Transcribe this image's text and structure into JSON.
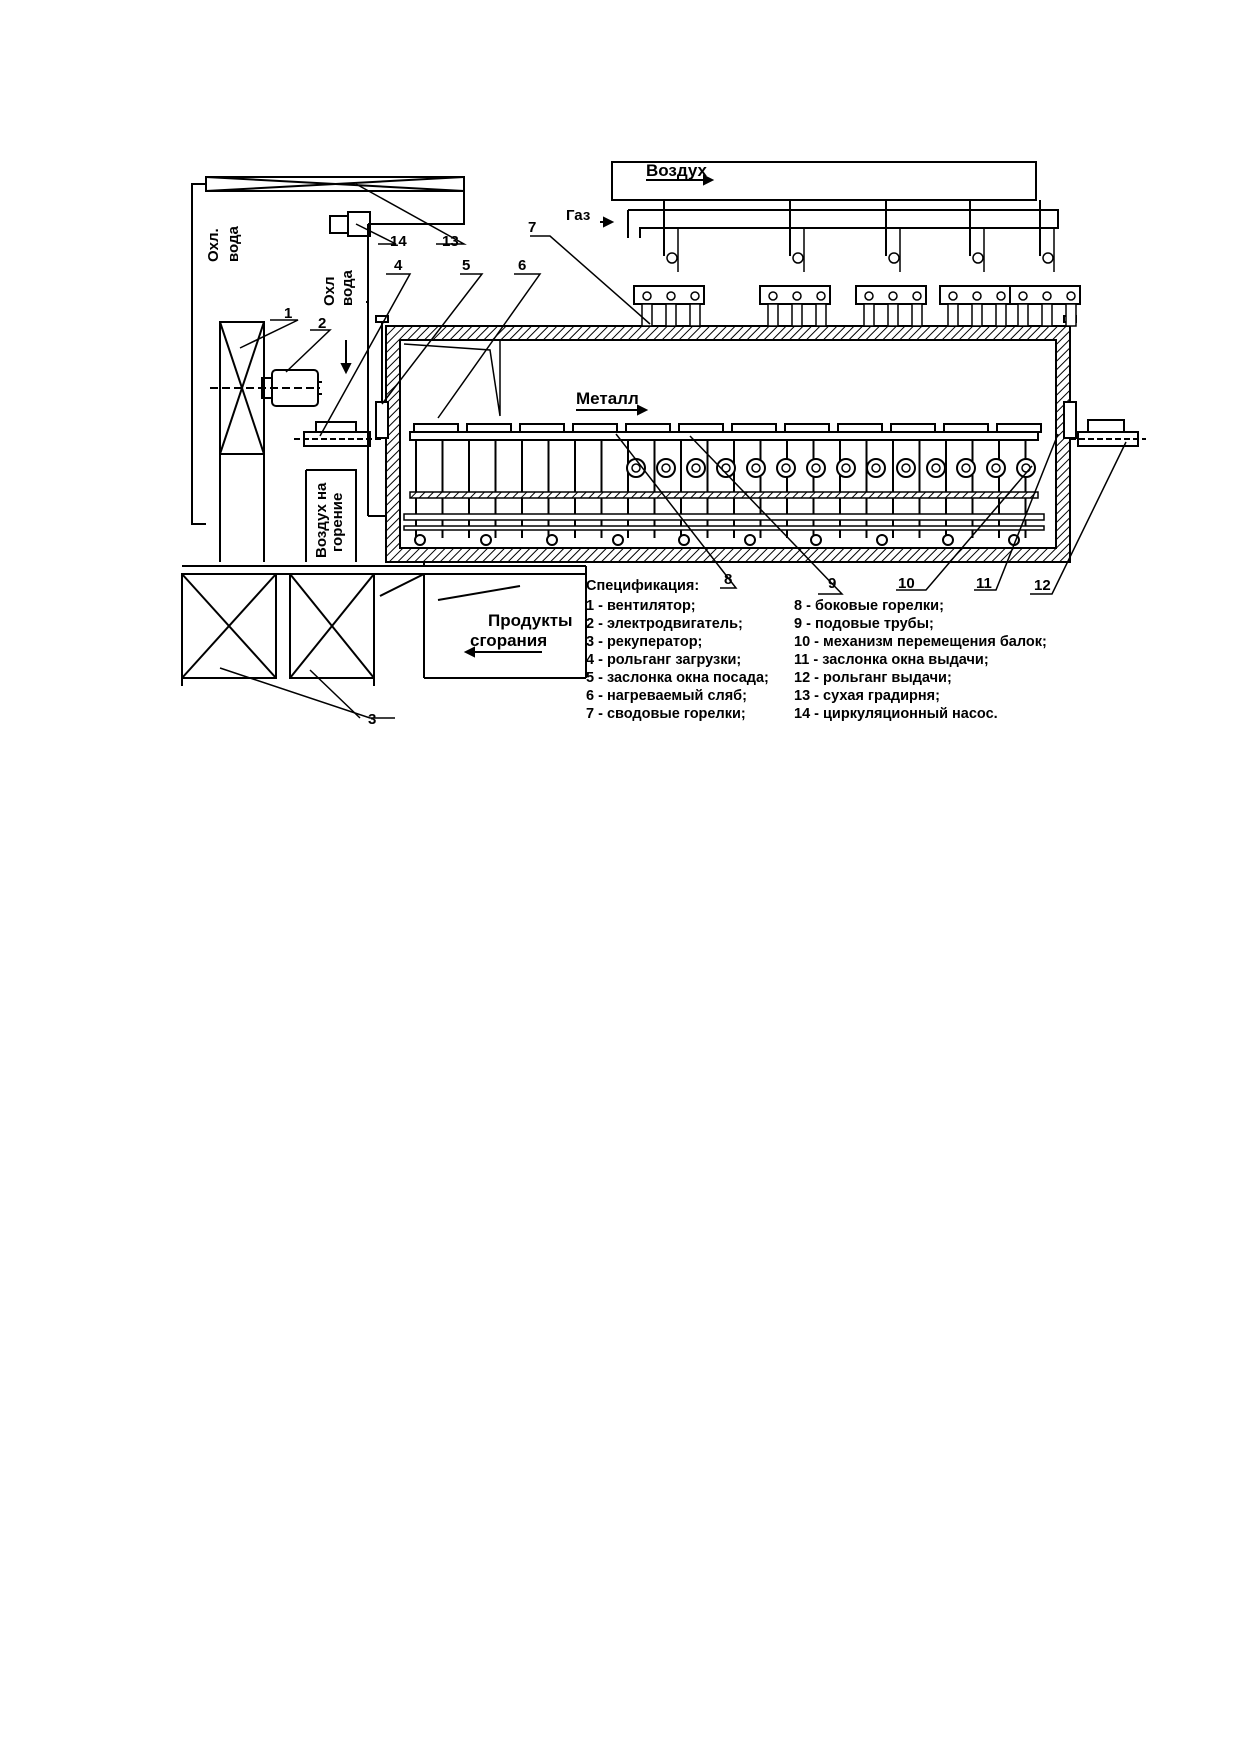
{
  "labels": {
    "air": "Воздух",
    "gas": "Газ",
    "cooling_water_top": "Охл. вода",
    "cooling_water_side": "Охл вода",
    "combustion_air": "Воздух на горение",
    "metal": "Металл",
    "flue_gases": "Продукты сгорания"
  },
  "callouts": [
    "1",
    "2",
    "3",
    "4",
    "5",
    "6",
    "7",
    "8",
    "9",
    "10",
    "11",
    "12",
    "13",
    "14"
  ],
  "spec": {
    "title": "Спецификация:",
    "left": [
      "1 - вентилятор;",
      "2 - электродвигатель;",
      "3 - рекуператор;",
      "4 - рольганг загрузки;",
      "5 - заслонка окна посада;",
      "6 - нагреваемый сляб;",
      "7 - сводовые горелки;"
    ],
    "right": [
      "8 - боковые горелки;",
      "9 - подовые трубы;",
      "10 - механизм перемещения балок;",
      "11 - заслонка окна выдачи;",
      "12 - рольганг выдачи;",
      "13 - сухая градирня;",
      "14 - циркуляционный насос."
    ]
  }
}
